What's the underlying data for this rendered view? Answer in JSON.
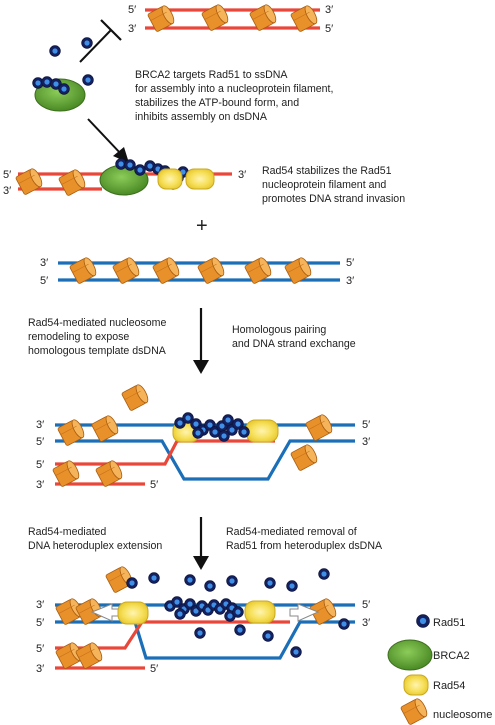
{
  "colors": {
    "ssdna_red": "#e8473a",
    "template_blue": "#1a6fb8",
    "brca2_green": "#5aa02c",
    "rad54_yellow": "#f4e35a",
    "nucleosome_orange": "#e8902a",
    "rad51_navy": "#1c2f7a"
  },
  "strand_ends": {
    "five_prime": "5′",
    "three_prime": "3′"
  },
  "captions": {
    "brca2": [
      "BRCA2 targets Rad51 to ssDNA",
      "for assembly into a nucleoprotein filament,",
      "stabilizes the ATP-bound form, and",
      "inhibits assembly on dsDNA"
    ],
    "rad54_stabilizes": [
      "Rad54 stabilizes the Rad51",
      "nucleoprotein filament and",
      "promotes DNA strand invasion"
    ],
    "plus": "+",
    "remodeling": [
      "Rad54-mediated nucleosome",
      "remodeling to expose",
      "homologous template dsDNA"
    ],
    "pairing": [
      "Homologous pairing",
      "and DNA strand exchange"
    ],
    "extension": [
      "Rad54-mediated",
      "DNA heteroduplex extension"
    ],
    "removal": [
      "Rad54-mediated removal of",
      "Rad51 from heteroduplex dsDNA"
    ]
  },
  "legend": {
    "rad51": "Rad51",
    "brca2": "BRCA2",
    "rad54": "Rad54",
    "nucleosome": "nucleosome"
  }
}
